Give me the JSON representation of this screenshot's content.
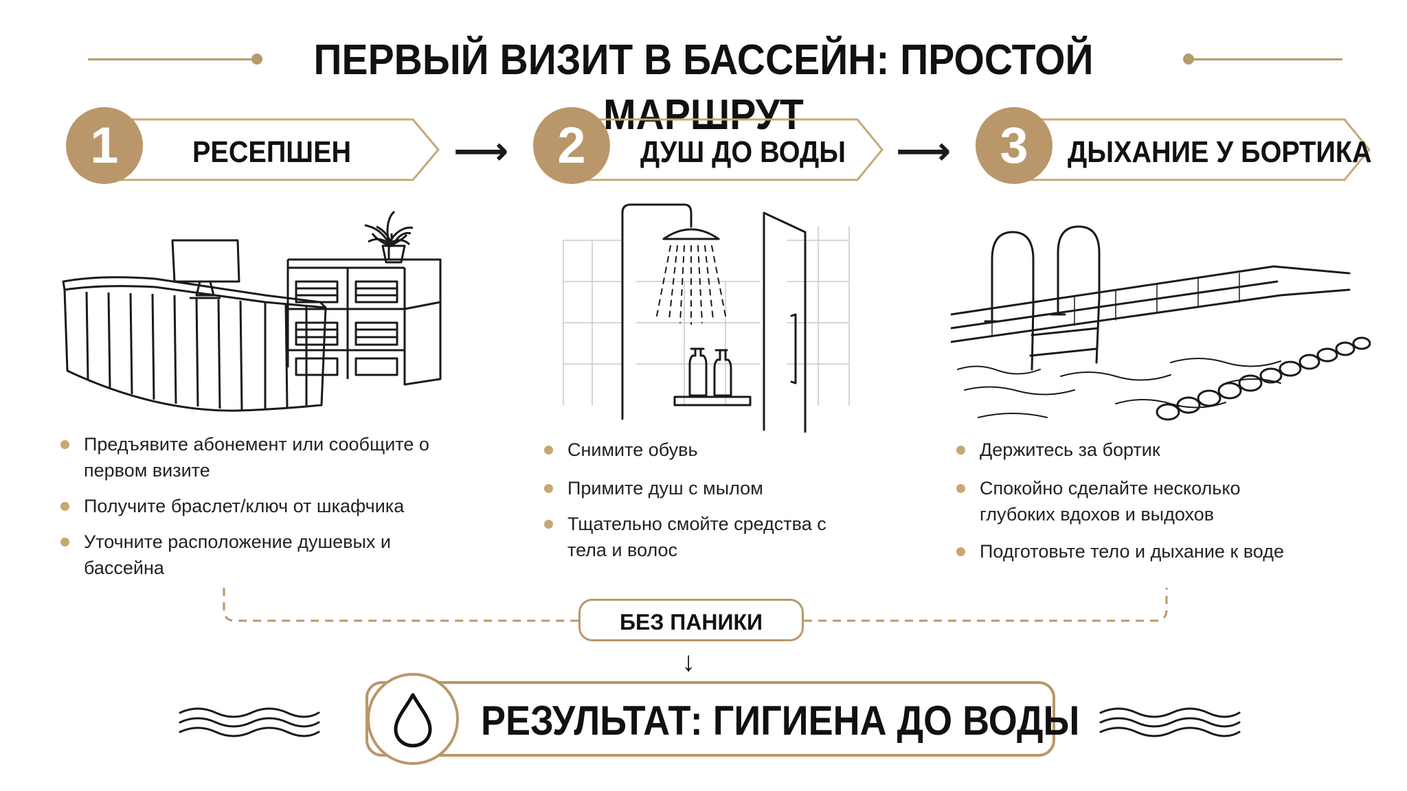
{
  "title": "ПЕРВЫЙ ВИЗИТ В БАССЕЙН: ПРОСТОЙ МАРШРУТ",
  "colors": {
    "accent": "#b9976a",
    "line": "#b49a6c",
    "bullet": "#c9a770",
    "text": "#111111"
  },
  "steps": [
    {
      "number": "1",
      "label": "РЕСЕПШЕН",
      "icon": "reception-desk-icon",
      "bullets": [
        "Предъявите абонемент или сообщите о первом визите",
        "Получите браслет/ключ от шкафчика",
        "Уточните расположение душевых и бассейна"
      ]
    },
    {
      "number": "2",
      "label": "ДУШ ДО ВОДЫ",
      "icon": "shower-icon",
      "bullets": [
        "Снимите обувь",
        "Примите душ с мылом",
        "Тщательно смойте средства с тела и волос"
      ]
    },
    {
      "number": "3",
      "label": "ДЫХАНИЕ У БОРТИКА",
      "icon": "pool-ladder-icon",
      "bullets": [
        "Держитесь за бортик",
        "Спокойно сделайте несколько глубоких вдохов и выдохов",
        "Подготовьте тело и дыхание к воде"
      ]
    }
  ],
  "connector": {
    "label": "БЕЗ ПАНИКИ"
  },
  "result": {
    "label": "РЕЗУЛЬТАТ: ГИГИЕНА ДО ВОДЫ",
    "icon": "water-drop-icon"
  }
}
